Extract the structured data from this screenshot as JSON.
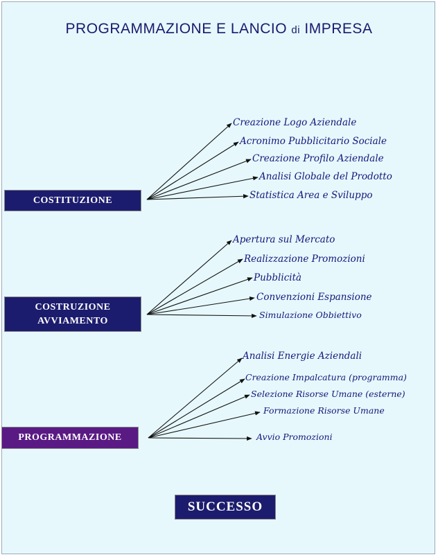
{
  "title": {
    "main": "PROGRAMMAZIONE E LANCIO ",
    "di": "di",
    "end": " IMPRESA"
  },
  "groups": [
    {
      "label_lines": [
        "COSTITUZIONE"
      ],
      "items": [
        "Creazione Logo Aziendale",
        "Acronimo Pubblicitario Sociale",
        "Creazione Profilo Aziendale",
        "Analisi Globale del Prodotto",
        "Statistica Area e Sviluppo"
      ]
    },
    {
      "label_lines": [
        "COSTRUZIONE",
        "AVVIAMENTO"
      ],
      "items": [
        "Apertura sul Mercato",
        "Realizzazione Promozioni",
        "Pubblicità",
        "Convenzioni Espansione",
        "Simulazione Obbiettivo"
      ]
    },
    {
      "label_lines": [
        "PROGRAMMAZIONE"
      ],
      "items": [
        "Analisi Energie Aziendali",
        "Creazione Impalcatura (programma)",
        "Selezione Risorse Umane (esterne)",
        "Formazione Risorse Umane",
        "Avvio Promozioni"
      ]
    }
  ],
  "result": "SUCCESSO",
  "colors": {
    "background": "#e6f8fc",
    "box_blue": "#1c1c6e",
    "box_purple": "#5a1a84",
    "text": "#15157a"
  }
}
